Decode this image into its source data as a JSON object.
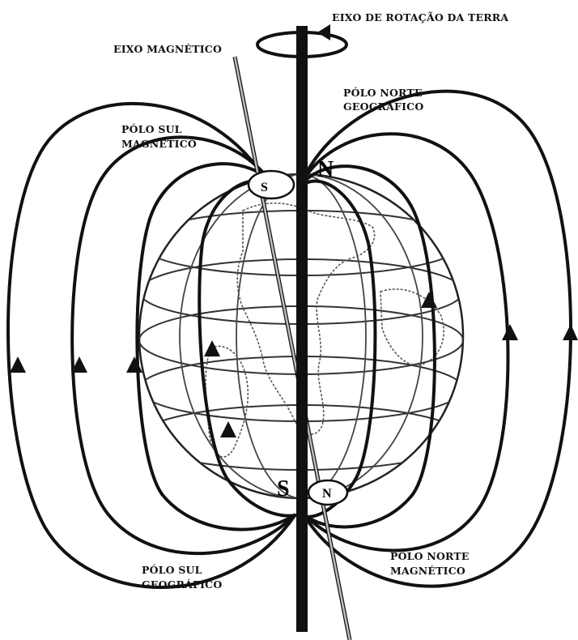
{
  "labels": {
    "rotation_axis": "EIXO DE ROTAÇÃO DA TERRA",
    "magnetic_axis": "EIXO MAGNÉTICO",
    "north_geographic_1": "PÓLO NORTE",
    "north_geographic_2": "GEOGRÁFICO",
    "south_magnetic_1": "PÓLO SUL",
    "south_magnetic_2": "MAGNÉTICO",
    "south_geographic_1": "PÓLO SUL",
    "south_geographic_2": "GEOGRÁFICO",
    "north_magnetic_1": "PÓLO NORTE",
    "north_magnetic_2": "MAGNÉTICO"
  },
  "pole_marks": {
    "top_geo": "N",
    "top_mag": "S",
    "bottom_geo": "S",
    "bottom_mag": "N"
  },
  "colors": {
    "ink": "#111111",
    "globe_line": "#333333",
    "magnetic_axis": "#888888"
  }
}
